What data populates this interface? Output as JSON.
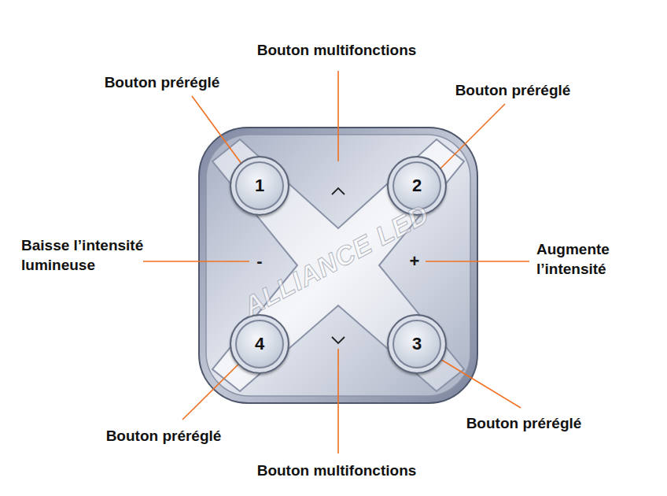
{
  "diagram": {
    "nodes": [
      {
        "text": [
          "1"
        ]
      },
      {
        "text": [
          "2"
        ]
      },
      {
        "text": [
          "4"
        ]
      },
      {
        "text": [
          "3"
        ]
      }
    ],
    "labels": [
      "Bouton multifonctions",
      "Bouton préréglé",
      "Bouton préréglé",
      "Baisse l’intensité lumineuse",
      "-",
      "+",
      "Augmente l’intensité",
      "ALLIANCE LED",
      "Bouton préréglé",
      "Bouton préréglé",
      "Bouton multifonctions"
    ]
  }
}
